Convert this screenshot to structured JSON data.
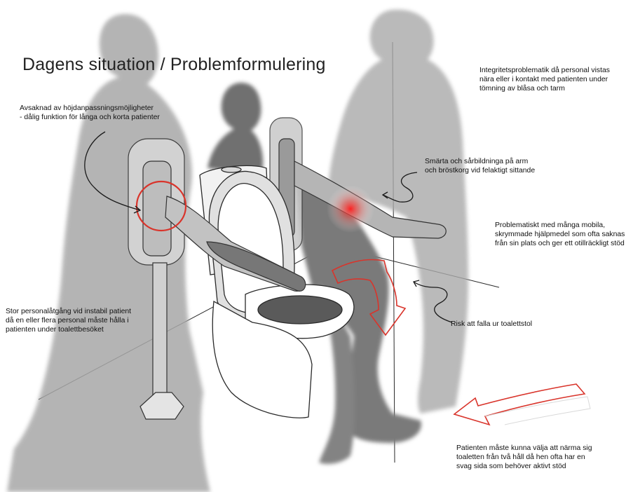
{
  "title": "Dagens situation / Problemformulering",
  "annotations": {
    "height_adjust": [
      "Avsaknad av höjdanpassningsmöjligheter",
      "- dålig funktion för långa och korta patienter"
    ],
    "integrity": [
      "Integritetsproblematik då personal vistas",
      "nära eller i kontakt med patienten under",
      "tömning av blåsa och tarm"
    ],
    "pain": [
      "Smärta och sårbildninga på arm",
      "och bröstkorg vid felaktigt sittande"
    ],
    "mobile_aids": [
      "Problematiskt med många mobila,",
      "skrymmade hjälpmedel som ofta saknas",
      "från sin plats och ger ett otillräckligt stöd"
    ],
    "staff": [
      "Stor personalåtgång vid instabil patient",
      "då en eller flera personal måste hålla i",
      "patienten under toalettbesöket"
    ],
    "fall_risk": [
      "Risk att falla ur toalettstol"
    ],
    "approach": [
      "Patienten måste kunna välja att närma sig",
      "toaletten från två håll då hen ofta har en",
      "svag sida som behöver aktivt stöd"
    ]
  },
  "colors": {
    "highlight": "#d9342b",
    "figure": "#9a9a9a",
    "line": "#1a1a1a",
    "pain_glow": "#e8302a"
  }
}
